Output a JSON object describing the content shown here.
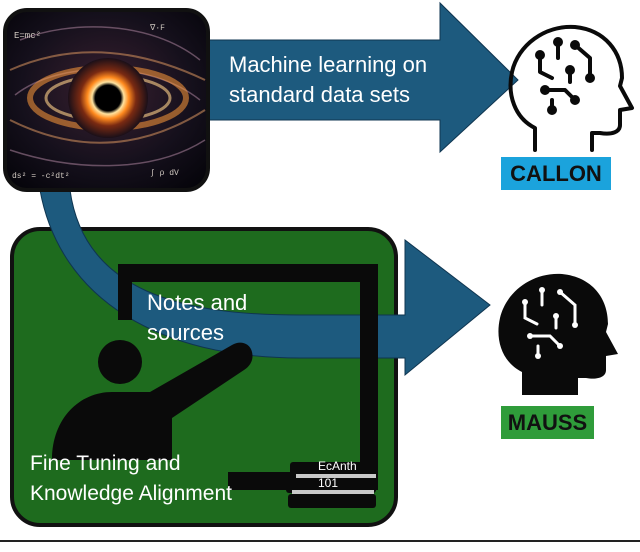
{
  "top_arrow": {
    "label_line1": "Machine learning on",
    "label_line2": "standard data sets"
  },
  "middle_arrow": {
    "label_line1": "Notes and",
    "label_line2": "sources"
  },
  "green_panel": {
    "label_line1": "Fine Tuning and",
    "label_line2": "Knowledge Alignment"
  },
  "books": {
    "line1": "EcAnth",
    "line2": "101"
  },
  "models": [
    {
      "name": "CALLON",
      "color": "#1ba3dc"
    },
    {
      "name": "MAUSS",
      "color": "#2f9c3a"
    }
  ],
  "colors": {
    "arrow": "#1d5a7e",
    "panel": "#1e6b1e",
    "teacher": "#0a0a0a"
  },
  "icons": [
    "black-hole-image",
    "ai-head-outline-icon",
    "ai-head-solid-icon",
    "teacher-pointing-icon",
    "books-stack-icon"
  ]
}
